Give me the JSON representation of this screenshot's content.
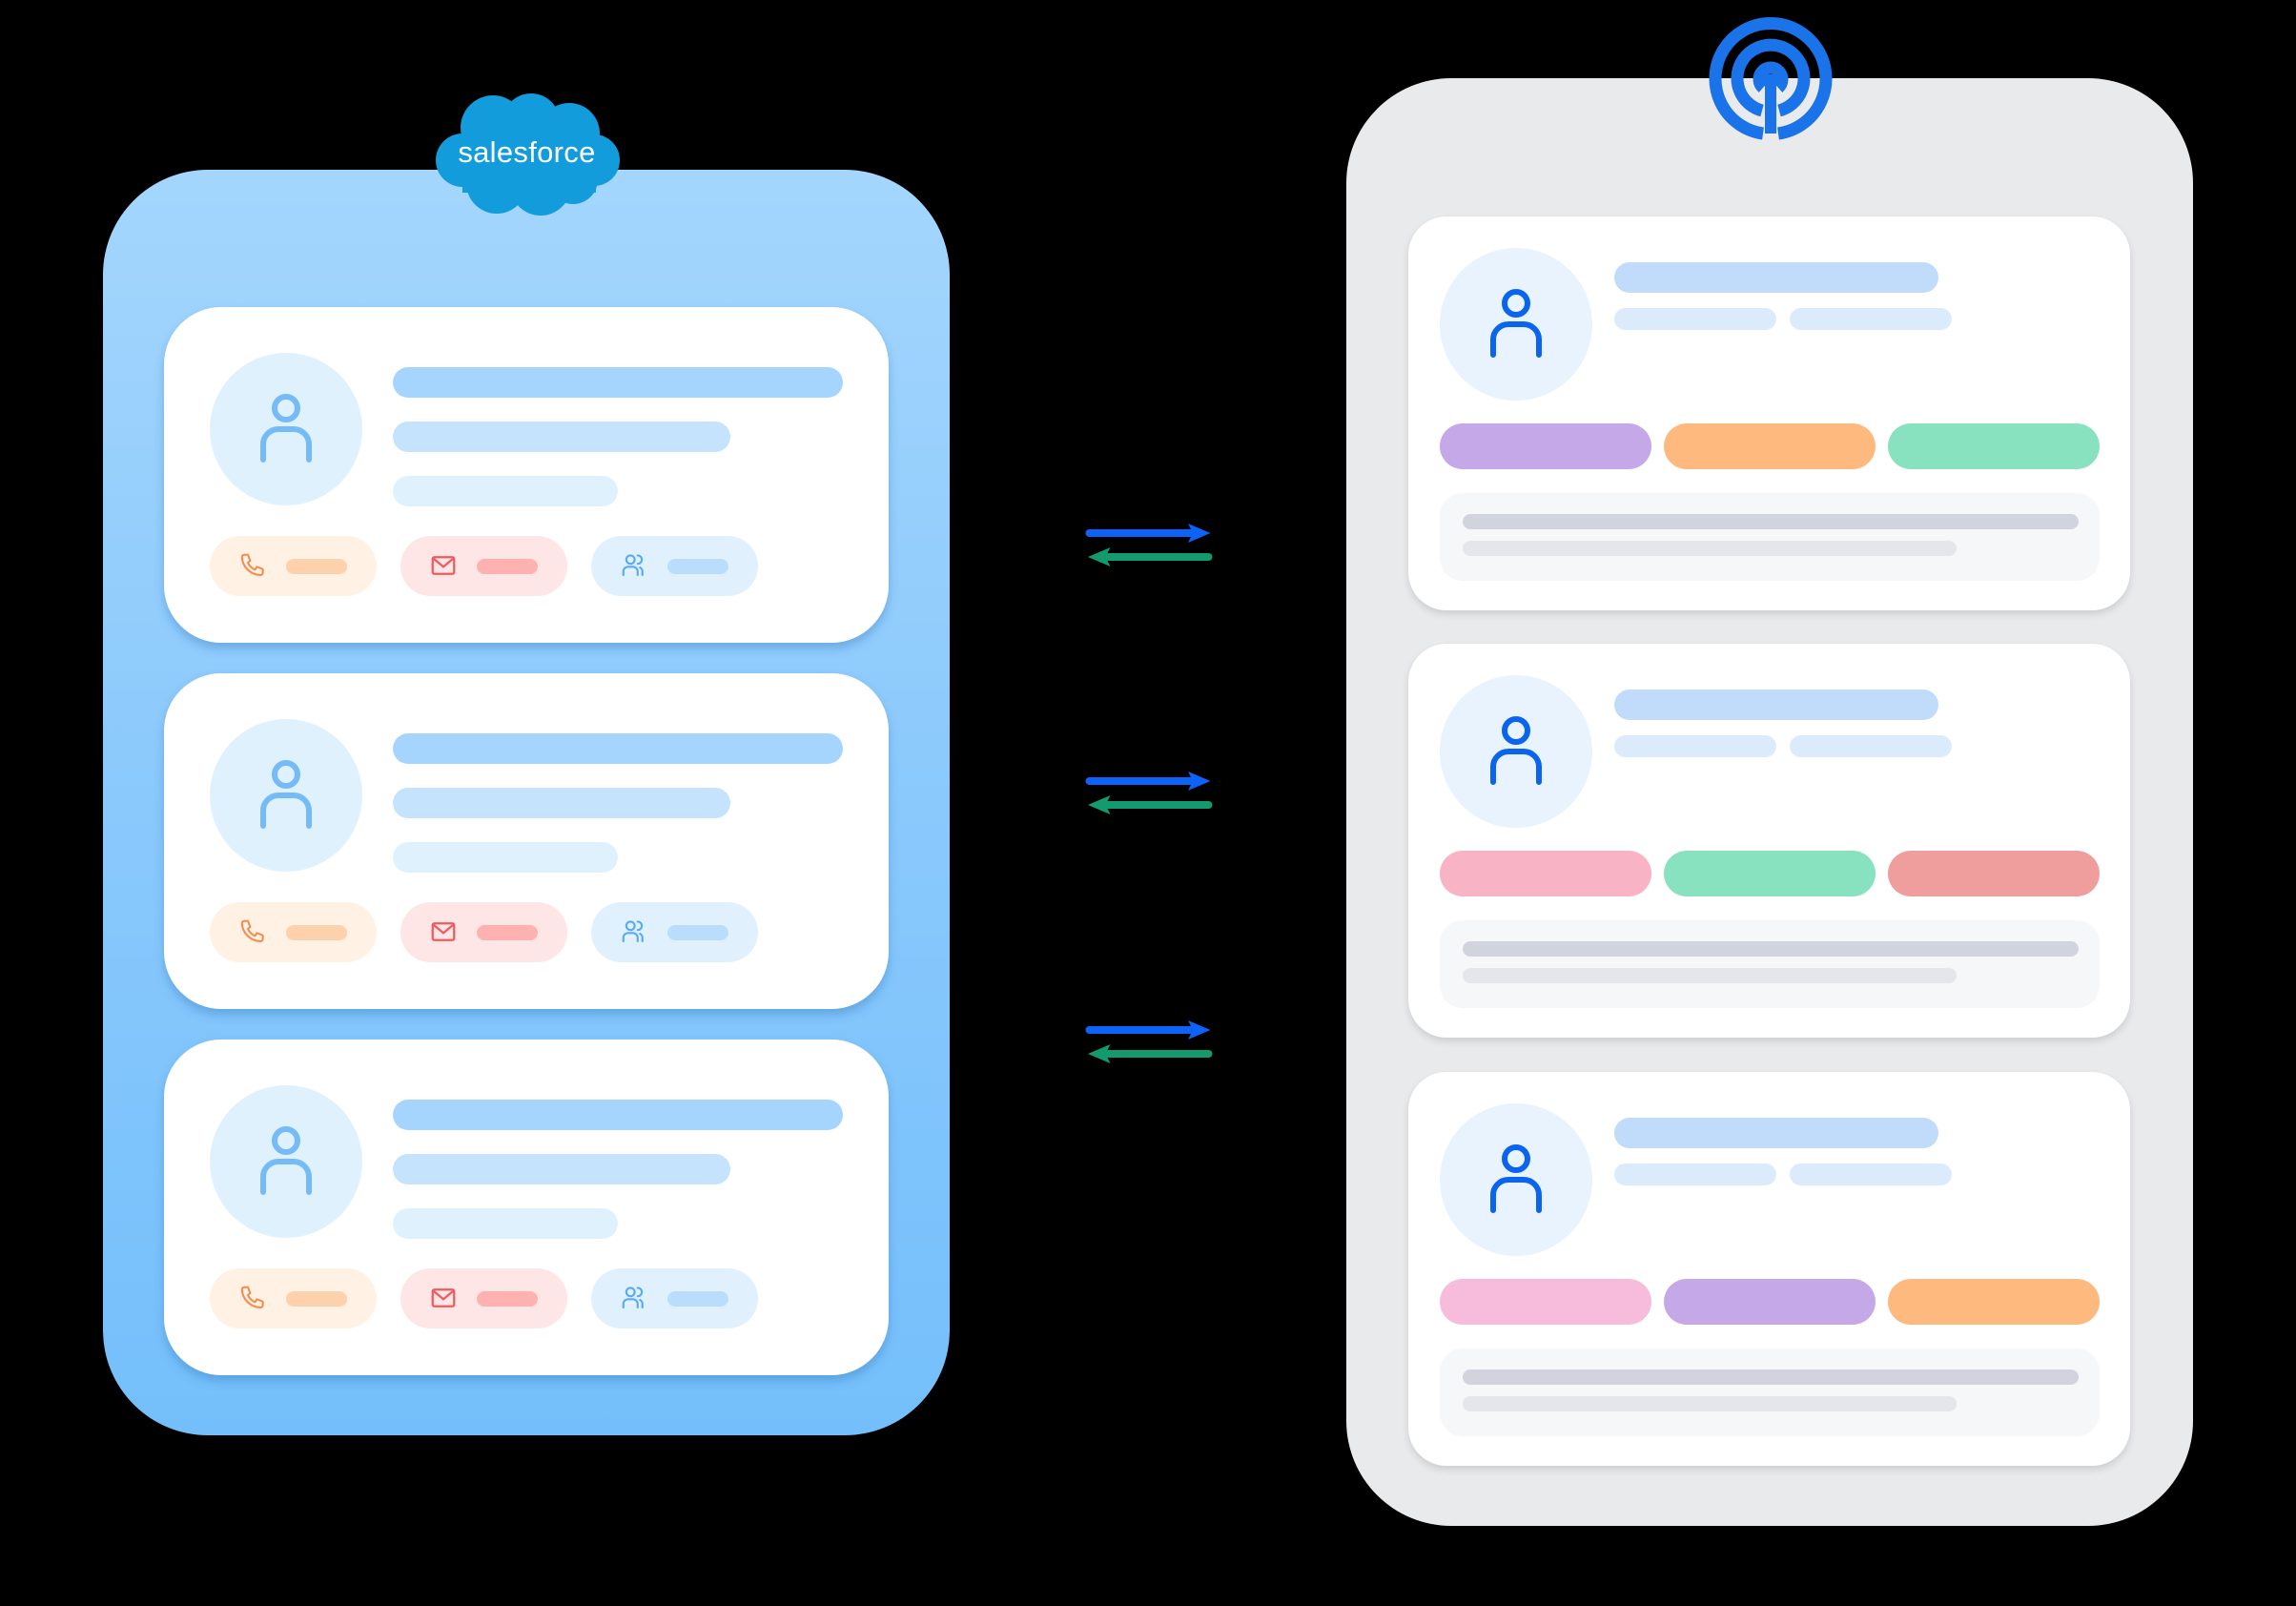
{
  "colors": {
    "background": "#000000",
    "left_panel_top": "#a4d6fd",
    "left_panel_bottom": "#74bffb",
    "right_panel": "#e9eaec",
    "sync_out_arrow": "#0d63f8",
    "sync_in_arrow": "#139a6e",
    "salesforce_blue": "#139cdb",
    "target_logo_blue": "#1a73e8"
  },
  "source": {
    "logo_text": "salesforce",
    "records": [
      {
        "id": 1,
        "chips": [
          "phone",
          "email",
          "contacts"
        ]
      },
      {
        "id": 2,
        "chips": [
          "phone",
          "email",
          "contacts"
        ]
      },
      {
        "id": 3,
        "chips": [
          "phone",
          "email",
          "contacts"
        ]
      }
    ],
    "chip_colors": {
      "phone": {
        "bg": "#fff1e3",
        "fg": "#f58a4a",
        "bar": "#fed1ad"
      },
      "email": {
        "bg": "#fee6e6",
        "fg": "#ef5b5b",
        "bar": "#fdb1b1"
      },
      "contacts": {
        "bg": "#e1f0fd",
        "fg": "#5aaaf0",
        "bar": "#b9ddfb"
      }
    },
    "bar_colors": [
      "#a5d5fd",
      "#c5e3fd",
      "#e0f1fe"
    ]
  },
  "destination": {
    "logo_icon": "concentric-signal-icon",
    "records": [
      {
        "id": 1,
        "tags": [
          "#c5a8e7",
          "#fdb97e",
          "#89e2bf"
        ]
      },
      {
        "id": 2,
        "tags": [
          "#f8b3c5",
          "#89e2bf",
          "#ef9d9d"
        ]
      },
      {
        "id": 3,
        "tags": [
          "#f7bbdb",
          "#c5a8e7",
          "#fdb97e"
        ]
      }
    ]
  },
  "sync_links": [
    {
      "row": 1,
      "outbound": "right-arrow",
      "inbound": "left-arrow"
    },
    {
      "row": 2,
      "outbound": "right-arrow",
      "inbound": "left-arrow"
    },
    {
      "row": 3,
      "outbound": "right-arrow",
      "inbound": "left-arrow"
    }
  ]
}
